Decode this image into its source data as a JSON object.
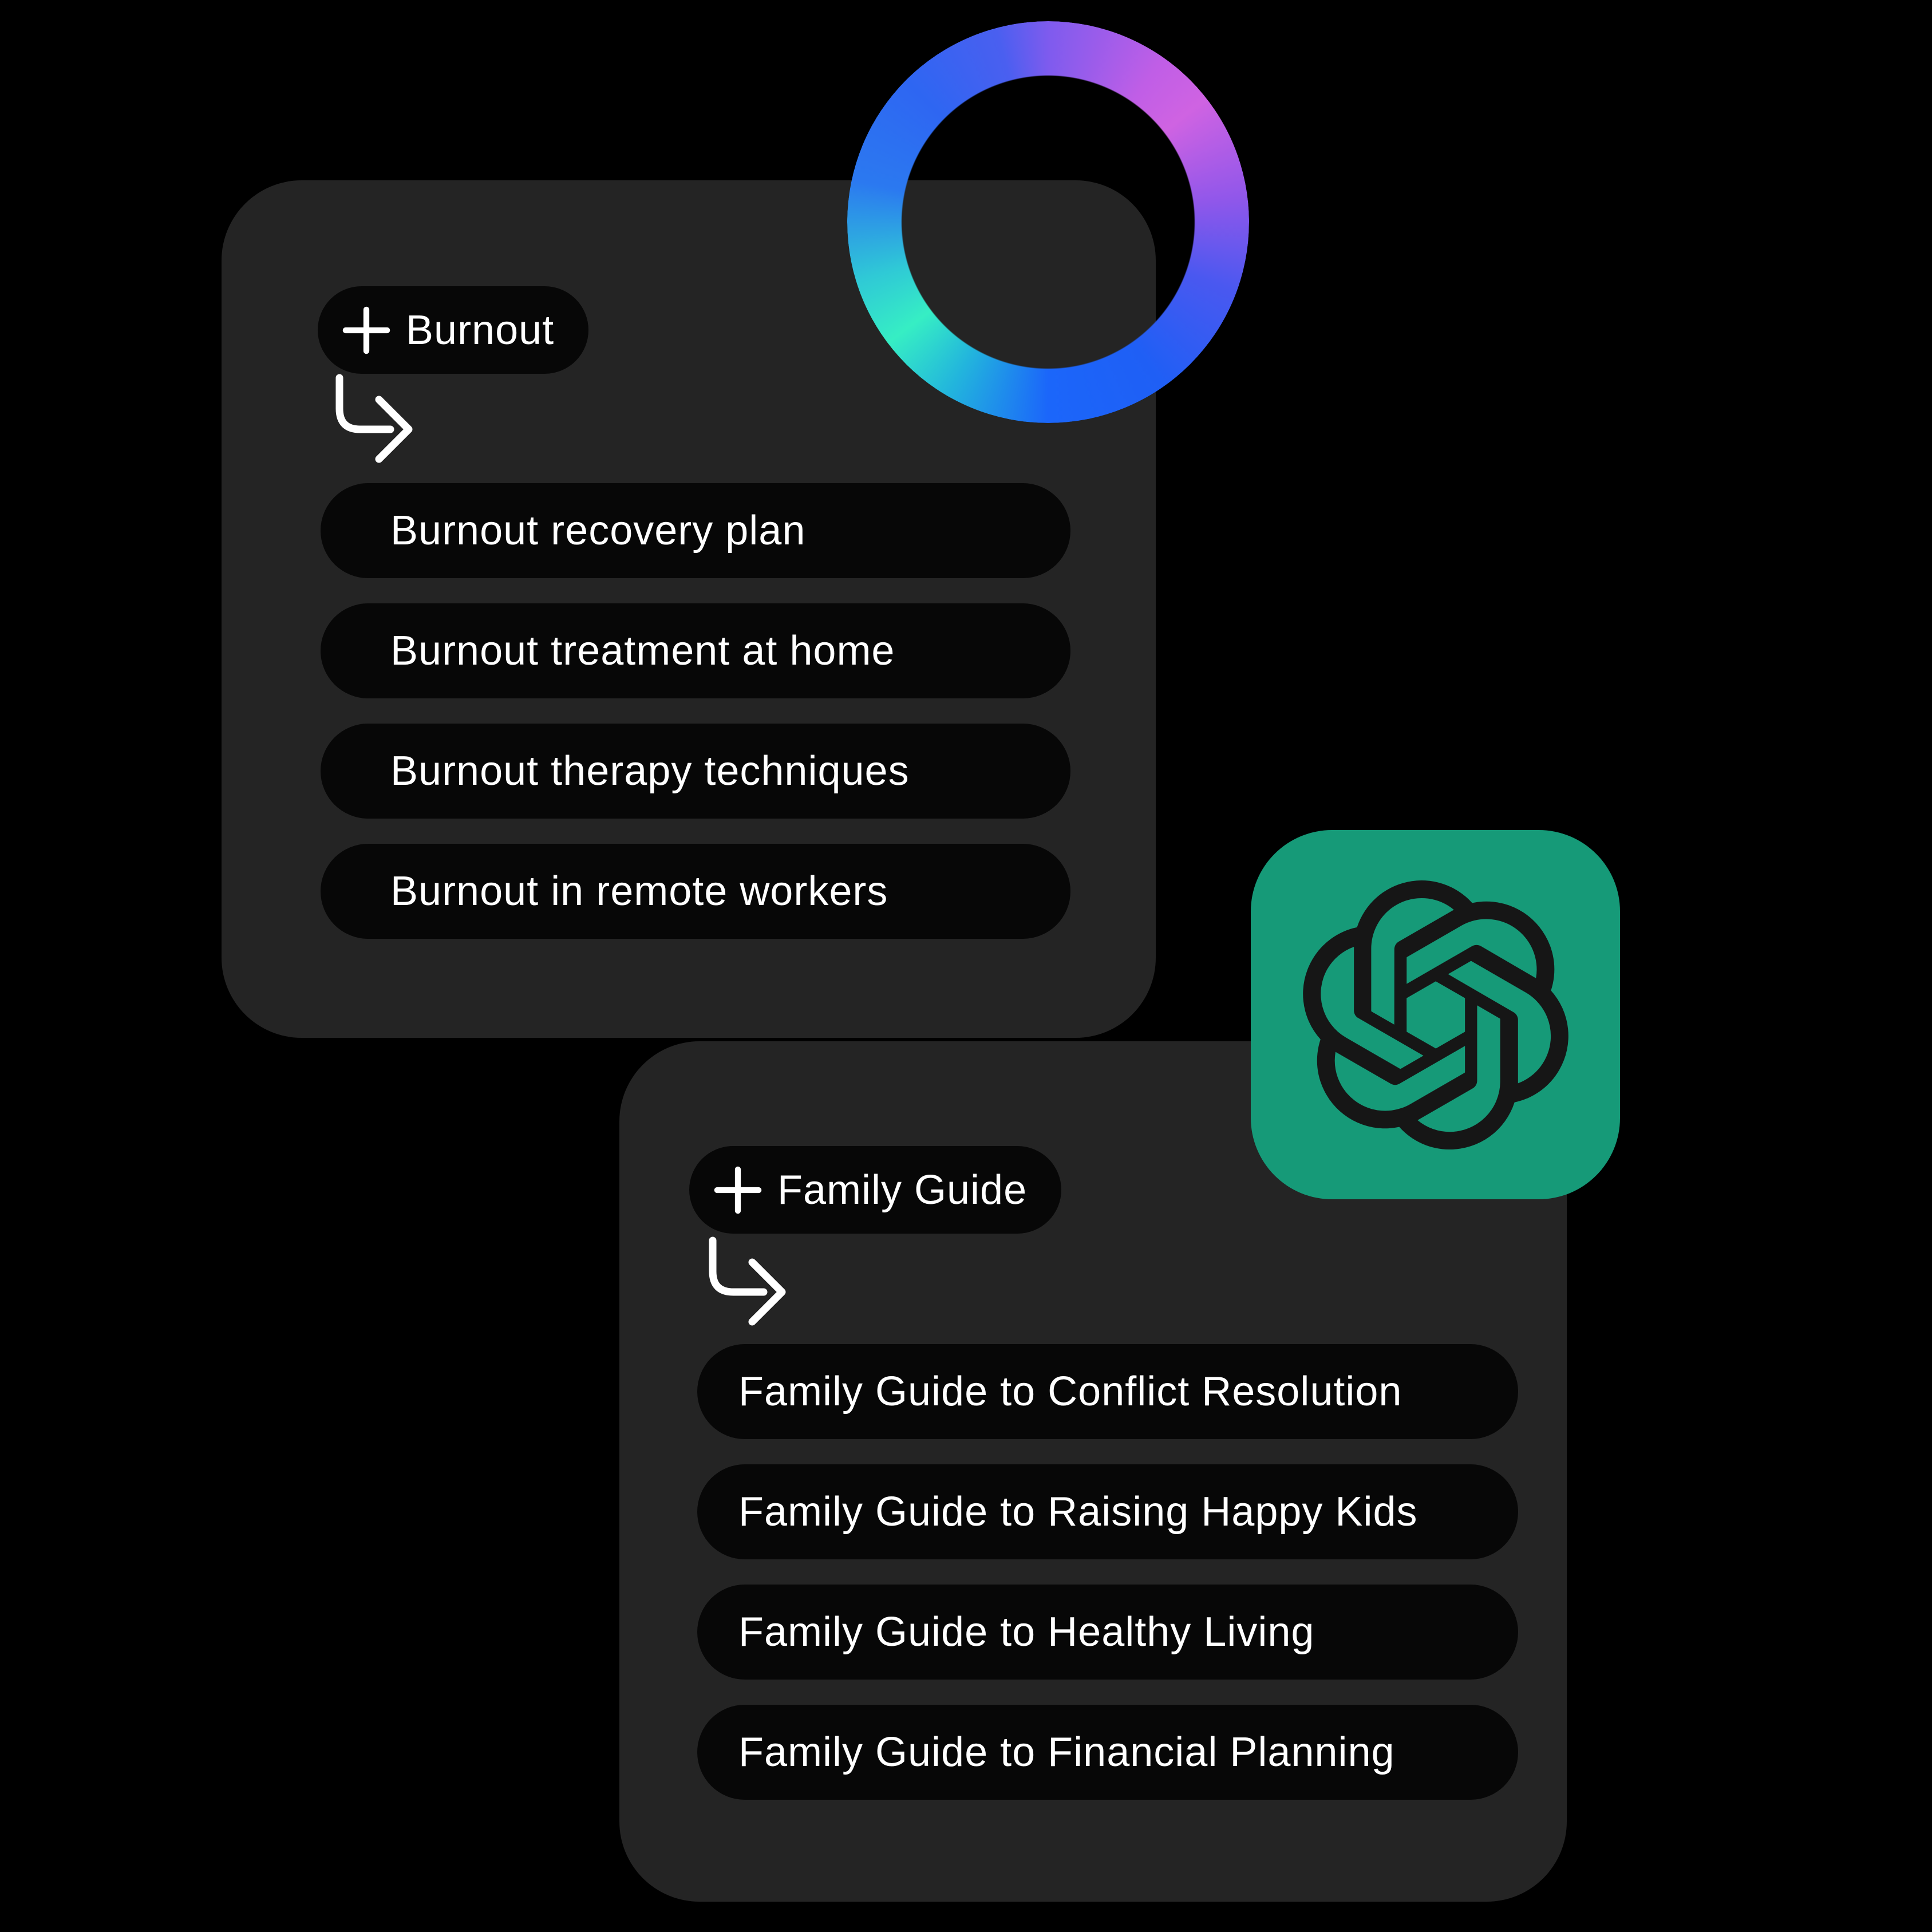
{
  "page": {
    "type": "illustration",
    "description": "Seed topics expanding into ChatGPT keyword suggestions"
  },
  "colors": {
    "background": "#000000",
    "card_bg": "#242424",
    "pill_bg": "#070707",
    "text": "#ffffff",
    "ring_blue": "#1f63f5",
    "ring_magenta": "#cf63e2",
    "ring_teal": "#36eec4",
    "chatgpt_green": "#169a78",
    "chatgpt_mark": "#161616"
  },
  "icons": {
    "plus": "plus-icon",
    "elbow_arrow": "elbow-arrow-icon",
    "gradient_ring": "gradient-ring",
    "chatgpt": "chatgpt-logo-icon"
  },
  "cards": [
    {
      "seed": {
        "label": "Burnout"
      },
      "suggestions": [
        "Burnout recovery plan",
        "Burnout treatment at home",
        "Burnout therapy techniques",
        "Burnout in remote workers"
      ]
    },
    {
      "seed": {
        "label": "Family Guide"
      },
      "suggestions": [
        "Family Guide to Conflict Resolution",
        "Family Guide to Raising Happy Kids",
        "Family Guide to Healthy Living",
        "Family Guide to Financial Planning"
      ]
    }
  ]
}
